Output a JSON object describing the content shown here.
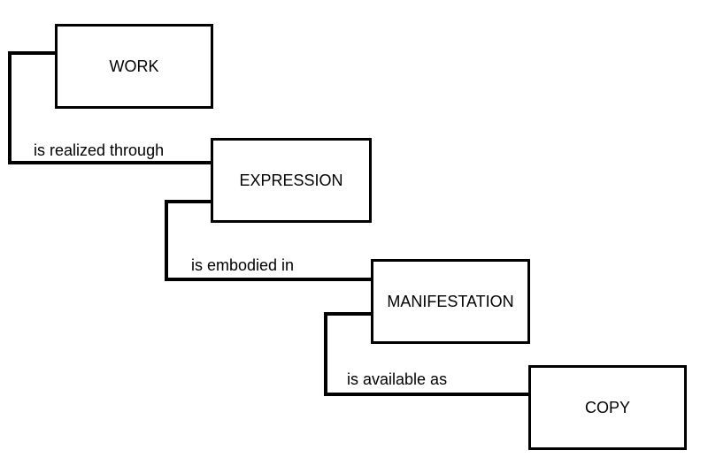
{
  "entities": {
    "work": "WORK",
    "expression": "EXPRESSION",
    "manifestation": "MANIFESTATION",
    "copy": "COPY"
  },
  "relationships": {
    "work_expression": "is realized through",
    "expression_manifestation": "is embodied in",
    "manifestation_copy": "is available as"
  },
  "colors": {
    "line": "#000000",
    "box_border": "#000000",
    "background": "#ffffff"
  }
}
